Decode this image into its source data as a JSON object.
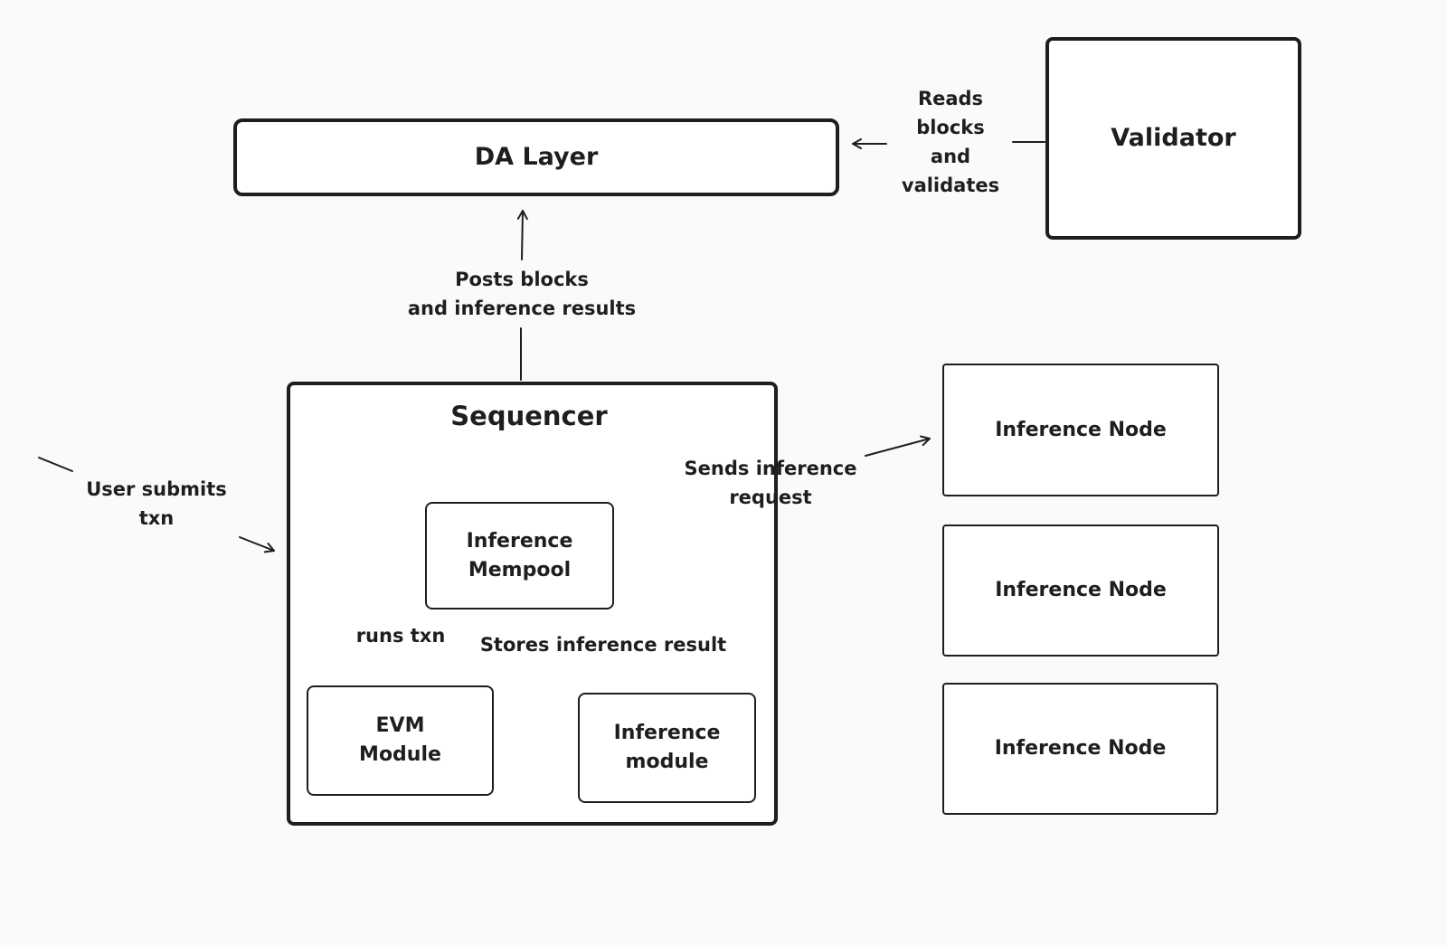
{
  "diagram": {
    "nodes": {
      "da_layer": "DA Layer",
      "validator": "Validator",
      "sequencer": "Sequencer",
      "inference_mempool": "Inference\nMempool",
      "evm_module": "EVM\nModule",
      "inference_module": "Inference\nmodule",
      "inference_node_1": "Inference Node",
      "inference_node_2": "Inference Node",
      "inference_node_3": "Inference Node"
    },
    "edges": {
      "validator_to_da": "Reads\nblocks\nand\nvalidates",
      "sequencer_to_da": "Posts blocks\nand inference results",
      "user_to_sequencer": "User submits\ntxn",
      "mempool_to_nodes": "Sends inference\nrequest",
      "mempool_to_evm": "runs txn",
      "mempool_to_inference_module": "Stores inference result"
    }
  }
}
